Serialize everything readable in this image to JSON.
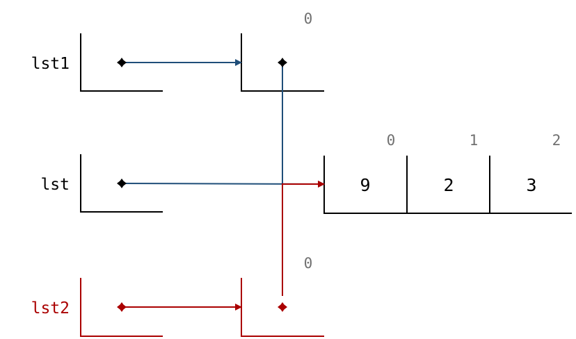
{
  "variables": [
    {
      "name": "lst1",
      "color": "#000000"
    },
    {
      "name": "lst",
      "color": "#000000"
    },
    {
      "name": "lst2",
      "color": "#aa0000"
    }
  ],
  "single_boxes": [
    {
      "index_label": "0",
      "pointer_color": "#000000"
    },
    {
      "index_label": "0",
      "pointer_color": "#aa0000"
    }
  ],
  "list": {
    "indices": [
      "0",
      "1",
      "2"
    ],
    "values": [
      "9",
      "2",
      "3"
    ]
  },
  "colors": {
    "frame": "#000000",
    "red": "#aa0000",
    "blue": "#1f4e79",
    "index_text": "#707070"
  }
}
